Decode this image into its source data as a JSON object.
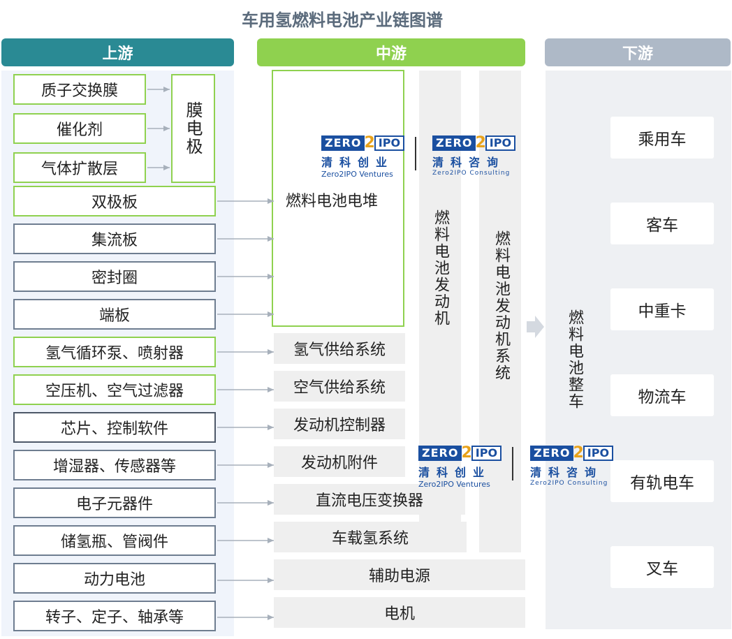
{
  "title": "车用氢燃料电池产业链图谱",
  "headers": {
    "upstream": "上游",
    "midstream": "中游",
    "downstream": "下游"
  },
  "membrane_inputs": [
    "质子交换膜",
    "催化剂",
    "气体扩散层"
  ],
  "membrane_electrode": "膜电极",
  "upstream_items": [
    "双极板",
    "集流板",
    "密封圈",
    "端板",
    "氢气循环泵、喷射器",
    "空压机、空气过滤器",
    "芯片、控制软件",
    "增湿器、传感器等",
    "电子元器件",
    "储氢瓶、管阀件",
    "动力电池",
    "转子、定子、轴承等"
  ],
  "stack_label": "燃料电池电堆",
  "mid_items": [
    "氢气供给系统",
    "空气供给系统",
    "发动机控制器",
    "发动机附件",
    "直流电压变换器",
    "车载氢系统",
    "辅助电源",
    "电机"
  ],
  "engine_label": "燃料电池发动机",
  "engine_system_label": "燃料电池发动机系统",
  "vehicle_label": "燃料电池整车",
  "downstream_items": [
    "乘用车",
    "客车",
    "中重卡",
    "物流车",
    "有轨电车",
    "叉车"
  ],
  "logos": {
    "zero": "ZERO",
    "two": "2",
    "ipo": "IPO",
    "ventures_cn": "清科创业",
    "ventures_en": "Zero2IPO Ventures",
    "consulting_cn": "清科咨询",
    "consulting_en": "Zero2IPO Consulting"
  },
  "colors": {
    "upstream": "#2a8a94",
    "midstream": "#8fd14f",
    "downstream": "#aeb9c7",
    "brand_blue": "#1a4fa0",
    "brand_orange": "#e8a21a"
  }
}
